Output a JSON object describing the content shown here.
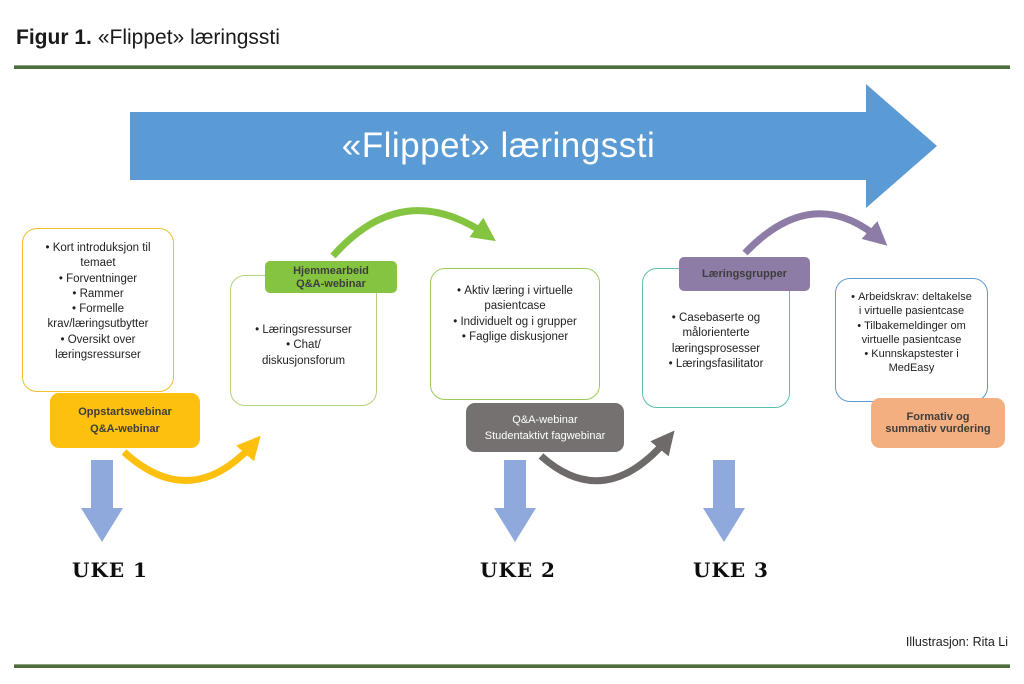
{
  "header": {
    "figure_label": "Figur 1.",
    "figure_title": "«Flippet» læringssti"
  },
  "banner": {
    "title": "«Flippet» læringssti"
  },
  "stages": [
    {
      "box_items": [
        "Kort introduksjon til temaet",
        "Forventninger",
        "Rammer",
        "Formelle krav/læringsutbytter",
        "Oversikt over læringsressurser"
      ],
      "label_lines": [
        "Oppstartswebinar",
        "Q&A-webinar"
      ]
    },
    {
      "box_items": [
        "Læringsressurser",
        "Chat/\ndiskusjonsforum"
      ],
      "label_lines": [
        "Hjemmearbeid",
        "Q&A-webinar"
      ]
    },
    {
      "box_items": [
        "Aktiv læring i virtuelle pasientcase",
        "Individuelt og i grupper",
        "Faglige diskusjoner"
      ],
      "label_lines": [
        "Q&A-webinar",
        "Studentaktivt fagwebinar"
      ]
    },
    {
      "box_items": [
        "Casebaserte og målorienterte læringsprosesser",
        "Læringsfasilitator"
      ],
      "label_lines": [
        "Læringsgrupper"
      ]
    },
    {
      "box_items": [
        "Arbeidskrav: deltakelse i virtuelle pasientcase",
        "Tilbakemeldinger om virtuelle pasientcase",
        "Kunnskapstester i MedEasy"
      ],
      "label_lines": [
        "Formativ og summativ vurdering"
      ]
    }
  ],
  "weeks": [
    "UKE 1",
    "UKE 2",
    "UKE 3"
  ],
  "credit": "Illustrasjon: Rita Li",
  "colors": {
    "banner_blue": "#5b9bd5",
    "down_arrow_blue": "#8fa9dc",
    "yellow": "#fec00f",
    "green": "#85c441",
    "gray": "#767171",
    "purple": "#8c7ca6",
    "orange": "#f4af80",
    "teal_border": "#5bbfae",
    "rule_green": "#4e6f3c"
  }
}
